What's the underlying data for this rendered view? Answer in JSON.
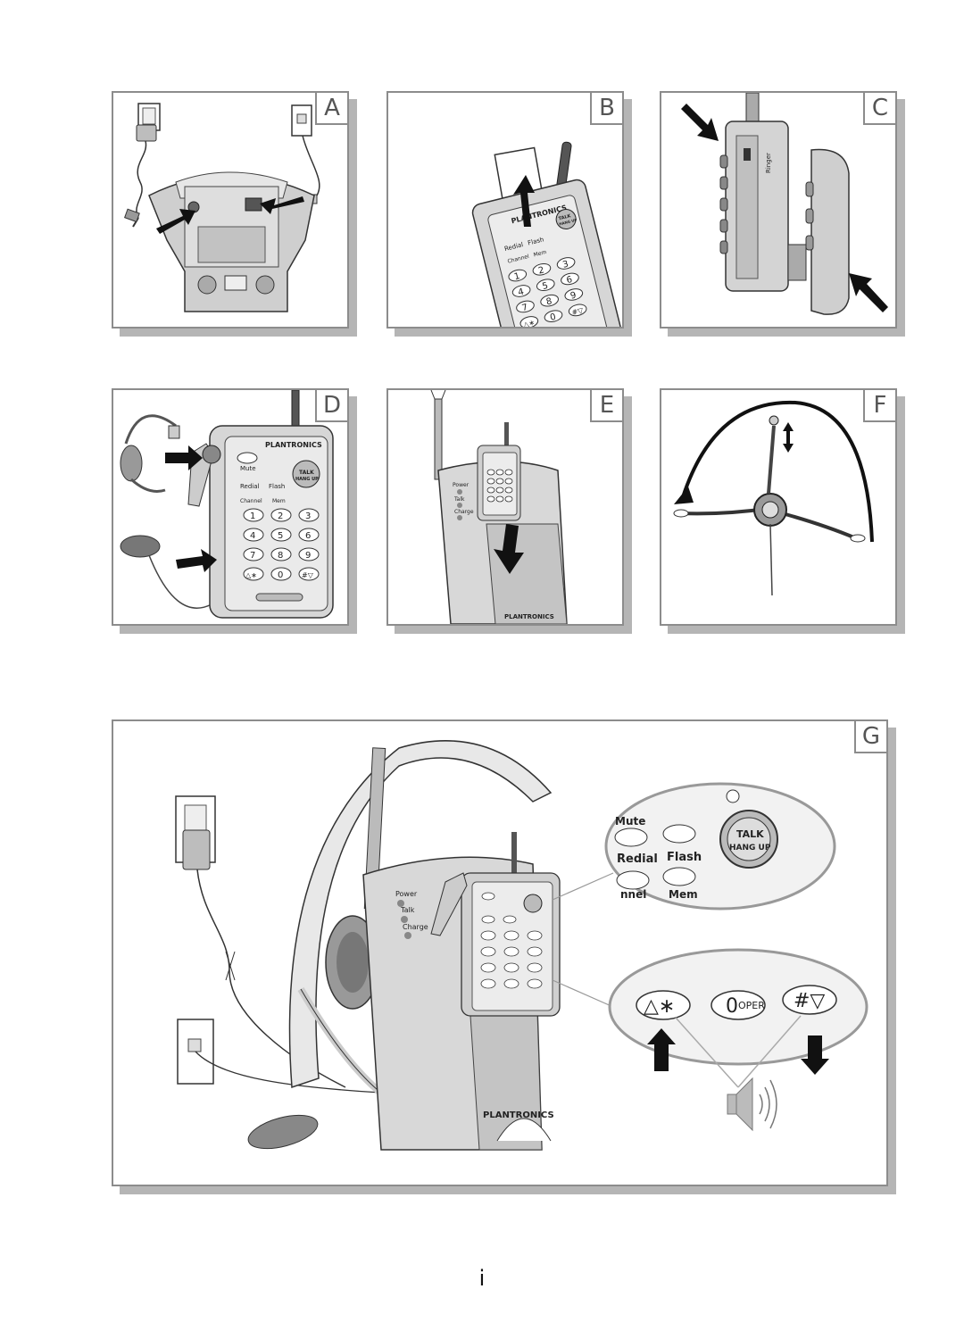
{
  "panels": {
    "a": {
      "letter": "A"
    },
    "b": {
      "letter": "B"
    },
    "c": {
      "letter": "C"
    },
    "d": {
      "letter": "D"
    },
    "e": {
      "letter": "E"
    },
    "f": {
      "letter": "F"
    },
    "g": {
      "letter": "G"
    }
  },
  "handset_labels": {
    "brand": "PLANTRONICS",
    "mute": "Mute",
    "talk": "TALK",
    "hang_up": "HANG UP",
    "redial": "Redial",
    "flash": "Flash",
    "channel": "Channel",
    "mem": "Mem",
    "key_1": "1",
    "key_2": "2",
    "key_3": "3",
    "key_4": "4",
    "key_5": "5",
    "key_6": "6",
    "key_7": "7",
    "key_8": "8",
    "key_9": "9",
    "key_0": "0",
    "oper": "OPER",
    "star": "△∗",
    "hash": "#▽"
  },
  "base_labels": {
    "power": "Power",
    "talk": "Talk",
    "charge": "Charge",
    "ringer": "Ringer"
  },
  "zoom_labels": {
    "nel": "nnel",
    "mem": "Mem"
  },
  "page_number": "i",
  "colors": {
    "panel_border": "#8c8c8c",
    "panel_shadow": "#b5b5b5",
    "device_gray": "#c8c8c8"
  }
}
